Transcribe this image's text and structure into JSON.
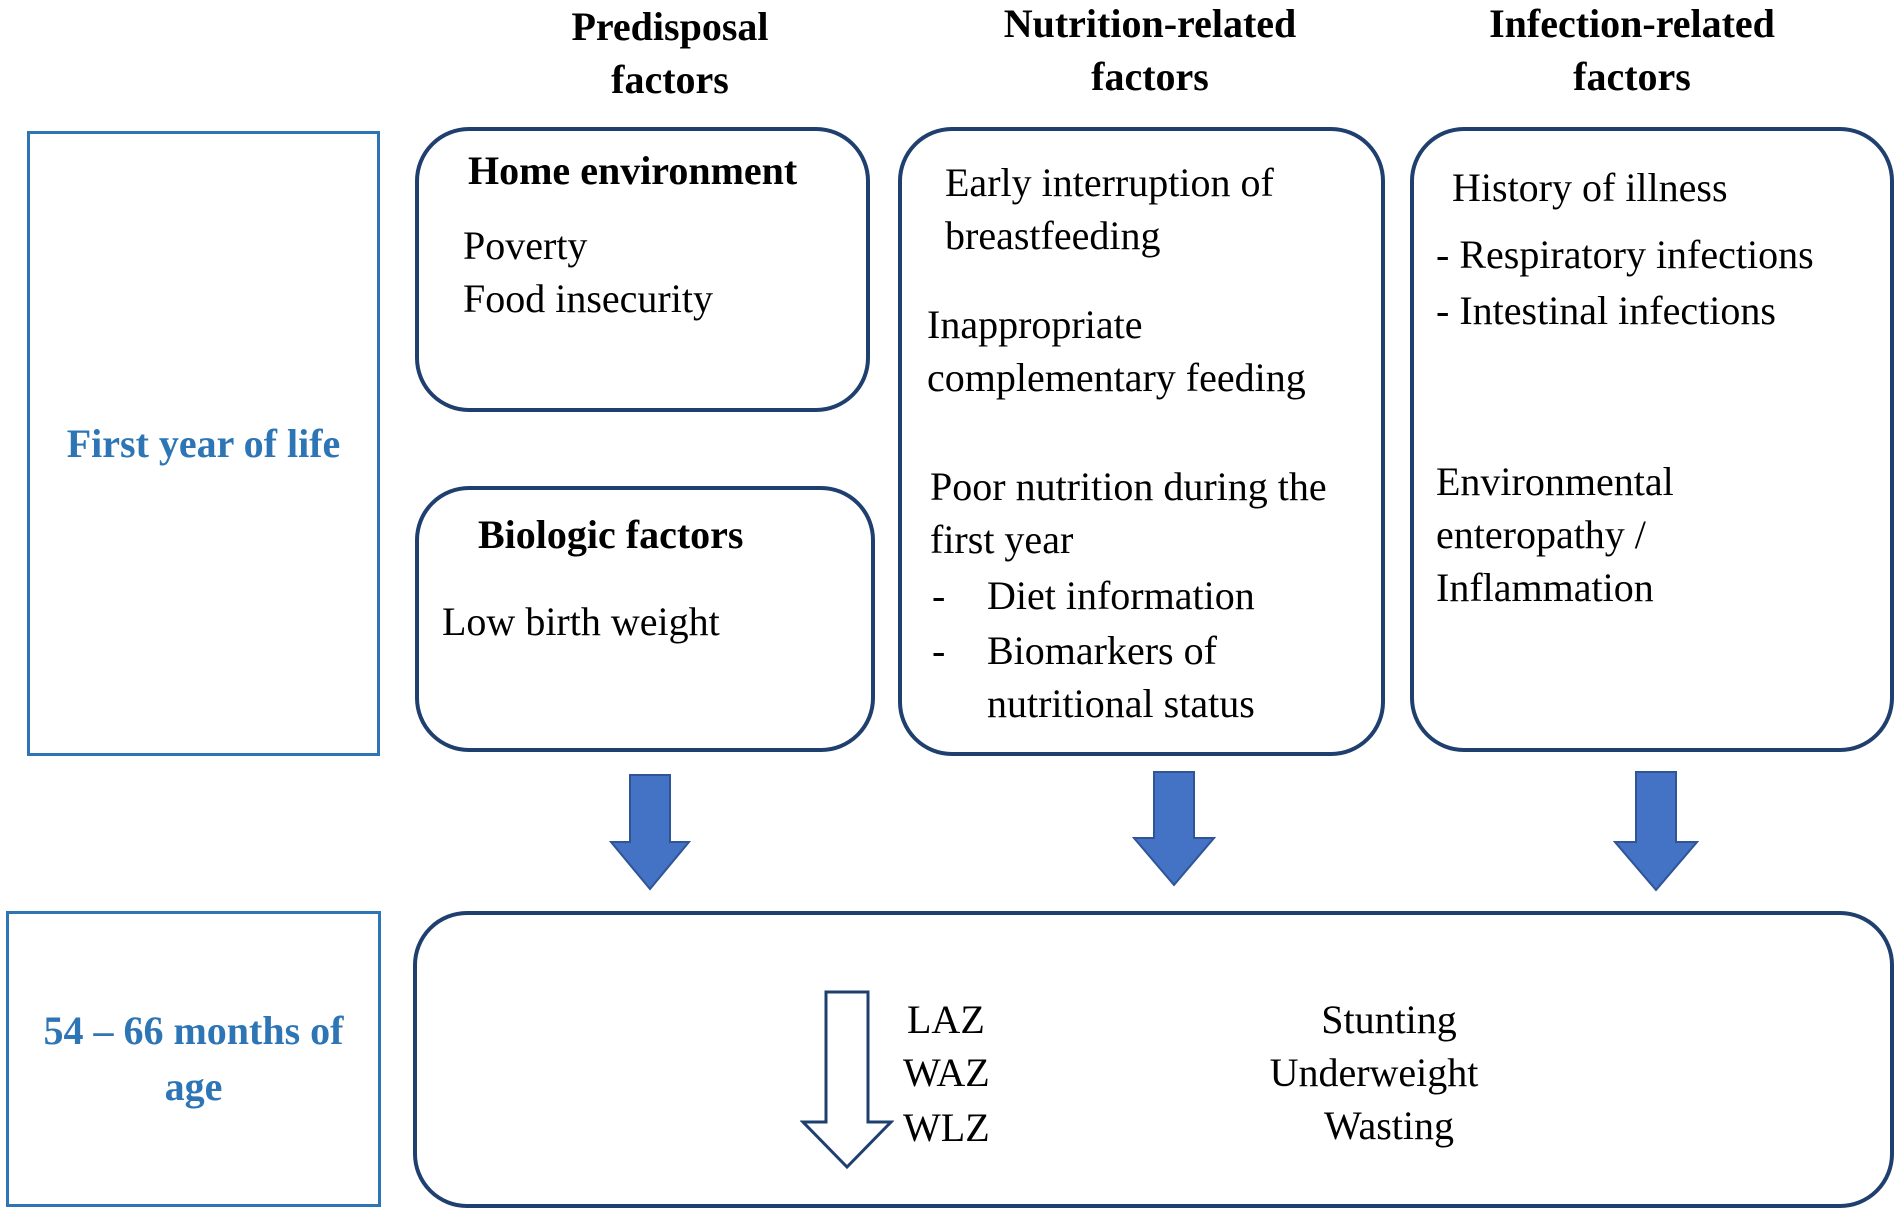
{
  "columns": {
    "predisposal": "Predisposal factors",
    "nutrition": "Nutrition-related factors",
    "infection": "Infection-related factors"
  },
  "periods": {
    "first_year": "First year of life",
    "later_age": "54 – 66 months of age"
  },
  "home_environment": {
    "title": "Home environment",
    "items": [
      "Poverty",
      "Food insecurity"
    ]
  },
  "biologic": {
    "title": "Biologic factors",
    "items": [
      "Low birth weight"
    ]
  },
  "nutrition_box": {
    "item1": "Early interruption of breastfeeding",
    "item2": "Inappropriate complementary feeding",
    "item3": "Poor nutrition during the first year",
    "sub_items": [
      "Diet information",
      "Biomarkers of nutritional status"
    ]
  },
  "infection_box": {
    "title": "History of illness",
    "items": [
      "- Respiratory infections",
      "- Intestinal infections"
    ],
    "item_env": "Environmental enteropathy / Inflammation"
  },
  "outcomes": {
    "zscores": [
      "LAZ",
      "WAZ",
      "WLZ"
    ],
    "conditions": [
      "Stunting",
      "Underweight",
      "Wasting"
    ]
  },
  "colors": {
    "label_blue": "#2E75B6",
    "box_border": "#1F3F6E",
    "arrow_fill": "#4472C4",
    "arrow_border": "#2F5597"
  }
}
